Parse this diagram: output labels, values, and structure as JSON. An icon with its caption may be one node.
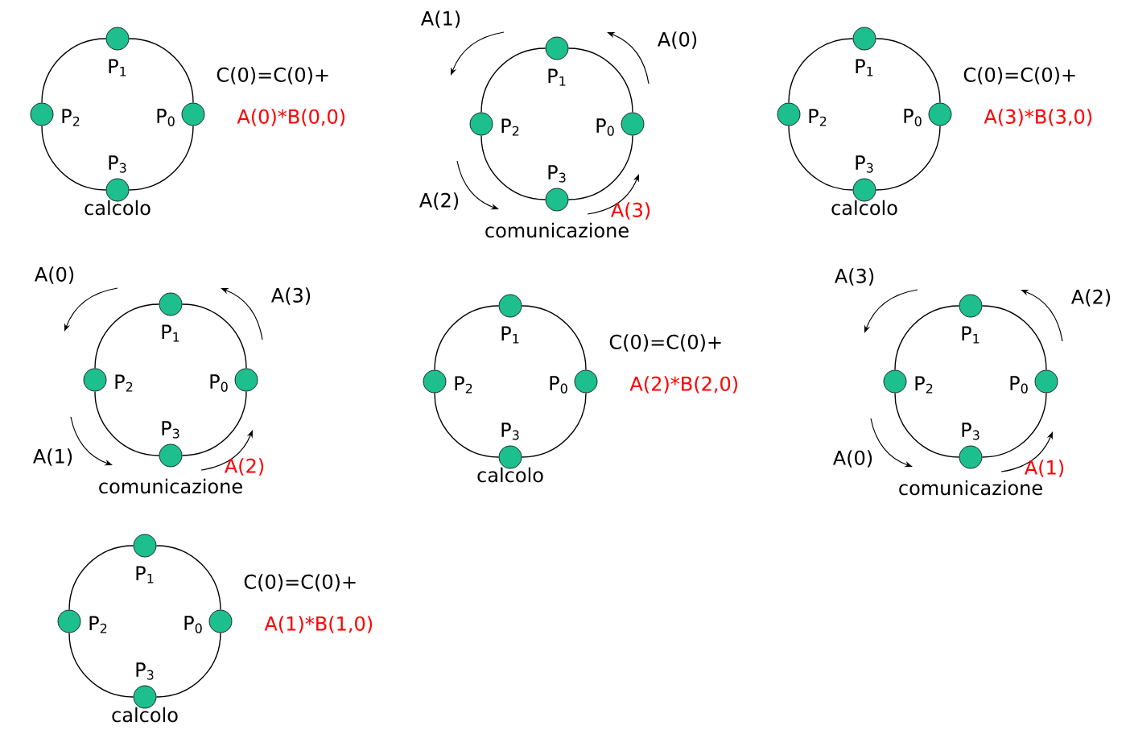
{
  "diagram": {
    "nodes": [
      {
        "text": [],
        "shape": "circle",
        "beside": [
          "P$_{1}$"
        ]
      },
      {
        "text": [],
        "shape": "circle",
        "beside": [
          "P$_{2}$"
        ]
      },
      {
        "text": [],
        "shape": "circle",
        "beside": [
          "P$_{0}$"
        ]
      },
      {
        "text": [],
        "shape": "circle",
        "beside": [
          "P$_{3}$"
        ]
      },
      {
        "text": [],
        "shape": "circle",
        "beside": [
          "P$_{1}$"
        ]
      },
      {
        "text": [],
        "shape": "circle",
        "beside": [
          "P$_{2}$"
        ]
      },
      {
        "text": [],
        "shape": "circle",
        "beside": [
          "P$_{0}$"
        ]
      },
      {
        "text": [],
        "shape": "circle",
        "beside": [
          "P$_{3}$"
        ]
      },
      {
        "text": [],
        "shape": "circle",
        "beside": [
          "P$_{1}$"
        ]
      },
      {
        "text": [],
        "shape": "circle",
        "beside": [
          "P$_{2}$"
        ]
      },
      {
        "text": [],
        "shape": "circle",
        "beside": [
          "P$_{0}$"
        ]
      },
      {
        "text": [],
        "shape": "circle",
        "beside": [
          "P$_{3}$"
        ]
      },
      {
        "text": [],
        "shape": "circle",
        "beside": [
          "P$_{1}$"
        ]
      },
      {
        "text": [],
        "shape": "circle",
        "beside": [
          "P$_{2}$"
        ]
      },
      {
        "text": [],
        "shape": "circle",
        "beside": [
          "P$_{0}$"
        ]
      },
      {
        "text": [],
        "shape": "circle",
        "beside": [
          "P$_{3}$"
        ]
      },
      {
        "text": [],
        "shape": "circle",
        "beside": [
          "P$_{1}$"
        ]
      },
      {
        "text": [],
        "shape": "circle",
        "beside": [
          "P$_{2}$"
        ]
      },
      {
        "text": [],
        "shape": "circle",
        "beside": [
          "P$_{0}$"
        ]
      },
      {
        "text": [],
        "shape": "circle",
        "beside": [
          "P$_{3}$"
        ]
      },
      {
        "text": [],
        "shape": "circle",
        "beside": [
          "P$_{1}$"
        ]
      },
      {
        "text": [],
        "shape": "circle",
        "beside": [
          "P$_{2}$"
        ]
      },
      {
        "text": [],
        "shape": "circle",
        "beside": [
          "P$_{0}$"
        ]
      },
      {
        "text": [],
        "shape": "circle",
        "beside": [
          "P$_{3}$"
        ]
      },
      {
        "text": [],
        "shape": "circle",
        "beside": [
          "P$_{1}$"
        ]
      },
      {
        "text": [],
        "shape": "circle",
        "beside": [
          "P$_{2}$"
        ]
      },
      {
        "text": [],
        "shape": "circle",
        "beside": [
          "P$_{0}$"
        ]
      },
      {
        "text": [],
        "shape": "circle",
        "beside": [
          "P$_{3}$"
        ]
      }
    ],
    "edges": [
      {
        "from": 0,
        "to": 1,
        "arrow": "none"
      },
      {
        "from": 1,
        "to": 3,
        "arrow": "none"
      },
      {
        "from": 3,
        "to": 2,
        "arrow": "none"
      },
      {
        "from": 2,
        "to": 0,
        "arrow": "none"
      },
      {
        "from": 4,
        "to": 5,
        "arrow": "none"
      },
      {
        "from": 5,
        "to": 7,
        "arrow": "none"
      },
      {
        "from": 7,
        "to": 6,
        "arrow": "none"
      },
      {
        "from": 6,
        "to": 4,
        "arrow": "none"
      },
      {
        "from": 8,
        "to": 9,
        "arrow": "none"
      },
      {
        "from": 9,
        "to": 11,
        "arrow": "none"
      },
      {
        "from": 11,
        "to": 10,
        "arrow": "none"
      },
      {
        "from": 10,
        "to": 8,
        "arrow": "none"
      },
      {
        "from": 12,
        "to": 13,
        "arrow": "none"
      },
      {
        "from": 13,
        "to": 15,
        "arrow": "none"
      },
      {
        "from": 15,
        "to": 14,
        "arrow": "none"
      },
      {
        "from": 14,
        "to": 12,
        "arrow": "none"
      },
      {
        "from": 16,
        "to": 17,
        "arrow": "none"
      },
      {
        "from": 17,
        "to": 19,
        "arrow": "none"
      },
      {
        "from": 19,
        "to": 18,
        "arrow": "none"
      },
      {
        "from": 18,
        "to": 16,
        "arrow": "none"
      },
      {
        "from": 20,
        "to": 21,
        "arrow": "none"
      },
      {
        "from": 21,
        "to": 23,
        "arrow": "none"
      },
      {
        "from": 23,
        "to": 22,
        "arrow": "none"
      },
      {
        "from": 22,
        "to": 20,
        "arrow": "none"
      },
      {
        "from": 24,
        "to": 25,
        "arrow": "none"
      },
      {
        "from": 25,
        "to": 27,
        "arrow": "none"
      },
      {
        "from": 27,
        "to": 26,
        "arrow": "none"
      },
      {
        "from": 26,
        "to": 24,
        "arrow": "none"
      }
    ],
    "labels": [
      "C(0)=C(0)+",
      "A(0)*B(0,0)",
      "calcolo",
      "A(1)",
      "A(0)",
      "A(2)",
      "A(3)",
      "comunicazione",
      "C(0)=C(0)+",
      "A(3)*B(3,0)",
      "calcolo",
      "A(0)",
      "A(3)",
      "A(1)",
      "A(2)",
      "comunicazione",
      "C(0)=C(0)+",
      "A(2)*B(2,0)",
      "calcolo",
      "A(3)",
      "A(2)",
      "A(0)",
      "A(1)",
      "comunicazione",
      "C(0)=C(0)+",
      "A(1)*B(1,0)",
      "calcolo"
    ]
  }
}
